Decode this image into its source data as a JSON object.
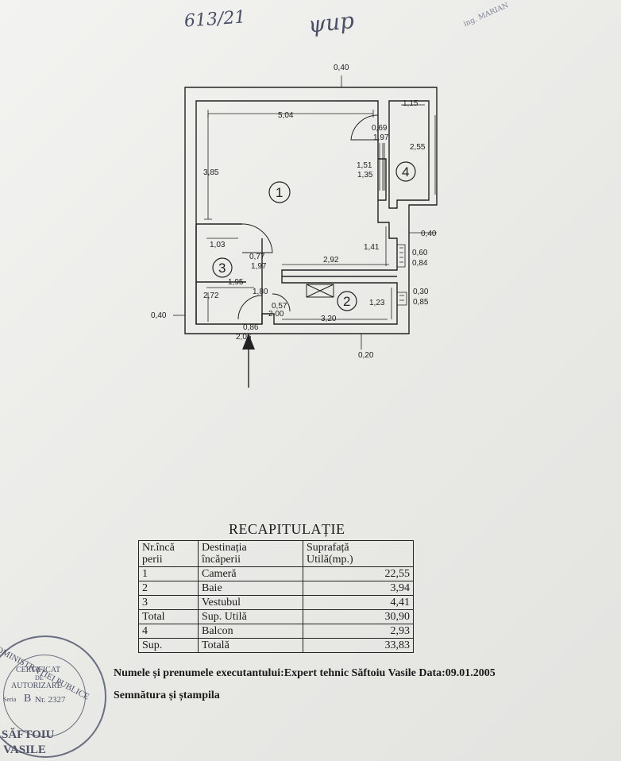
{
  "handwriting": {
    "number": "613/21",
    "signature": "ψup"
  },
  "corner_stamp_text": "ing. MARIAN",
  "plan": {
    "dimensions": {
      "top_wall": "0,40",
      "room1_width": "5,04",
      "room1_height": "3,85",
      "room4_width": "1,15",
      "room4_height": "2,55",
      "door1_a": "0,69",
      "door1_b": "1,97",
      "window_a": "1,51",
      "window_b": "1,35",
      "right_wall": "0,40",
      "niche_height": "1,41",
      "win2_a": "0,60",
      "win2_b": "0,84",
      "hall_width": "2,92",
      "room3_top": "1,03",
      "door3_a": "0,77",
      "door3_b": "1,97",
      "room3_width": "1,95",
      "room3_height": "2,72",
      "wall_mid": "1,80",
      "door2_a": "0,57",
      "door2_b": "2,00",
      "bath_width": "3,20",
      "bath_height": "1,23",
      "win3_a": "0,30",
      "win3_b": "0,85",
      "left_wall": "0,40",
      "entry_a": "0,86",
      "entry_b": "2,06",
      "bottom_wall": "0,20"
    },
    "rooms": [
      "1",
      "2",
      "3",
      "4"
    ]
  },
  "recap": {
    "title": "RECAPITULAȚIE",
    "headers": [
      [
        "Nr.încă",
        "perii"
      ],
      [
        "Destinația",
        "încăperii"
      ],
      [
        "Suprafață",
        "Utilă(mp.)"
      ]
    ],
    "rows": [
      [
        "1",
        "Cameră",
        "22,55"
      ],
      [
        "2",
        "Baie",
        "3,94"
      ],
      [
        "3",
        "Vestubul",
        "4,41"
      ],
      [
        "Total",
        "Sup. Utilă",
        "30,90"
      ],
      [
        "4",
        "Balcon",
        "2,93"
      ],
      [
        "Sup.",
        "Totală",
        "33,83"
      ]
    ]
  },
  "footer": {
    "line1": "Numele  și prenumele executantului:Expert tehnic Săftoiu Vasile Data:09.01.2005",
    "line2": "Semnătura și  ștampila"
  },
  "stamp": {
    "top_text": "ADMINISTRAȚIEI PUBLICE",
    "line1": "CERTIFICAT",
    "line2": "DE",
    "line3": "AUTORIZARE",
    "series_label": "Seria",
    "series_letter": "B",
    "number": "Nr. 2327",
    "name1": "SĂFTOIU",
    "name2": "VASILE"
  }
}
